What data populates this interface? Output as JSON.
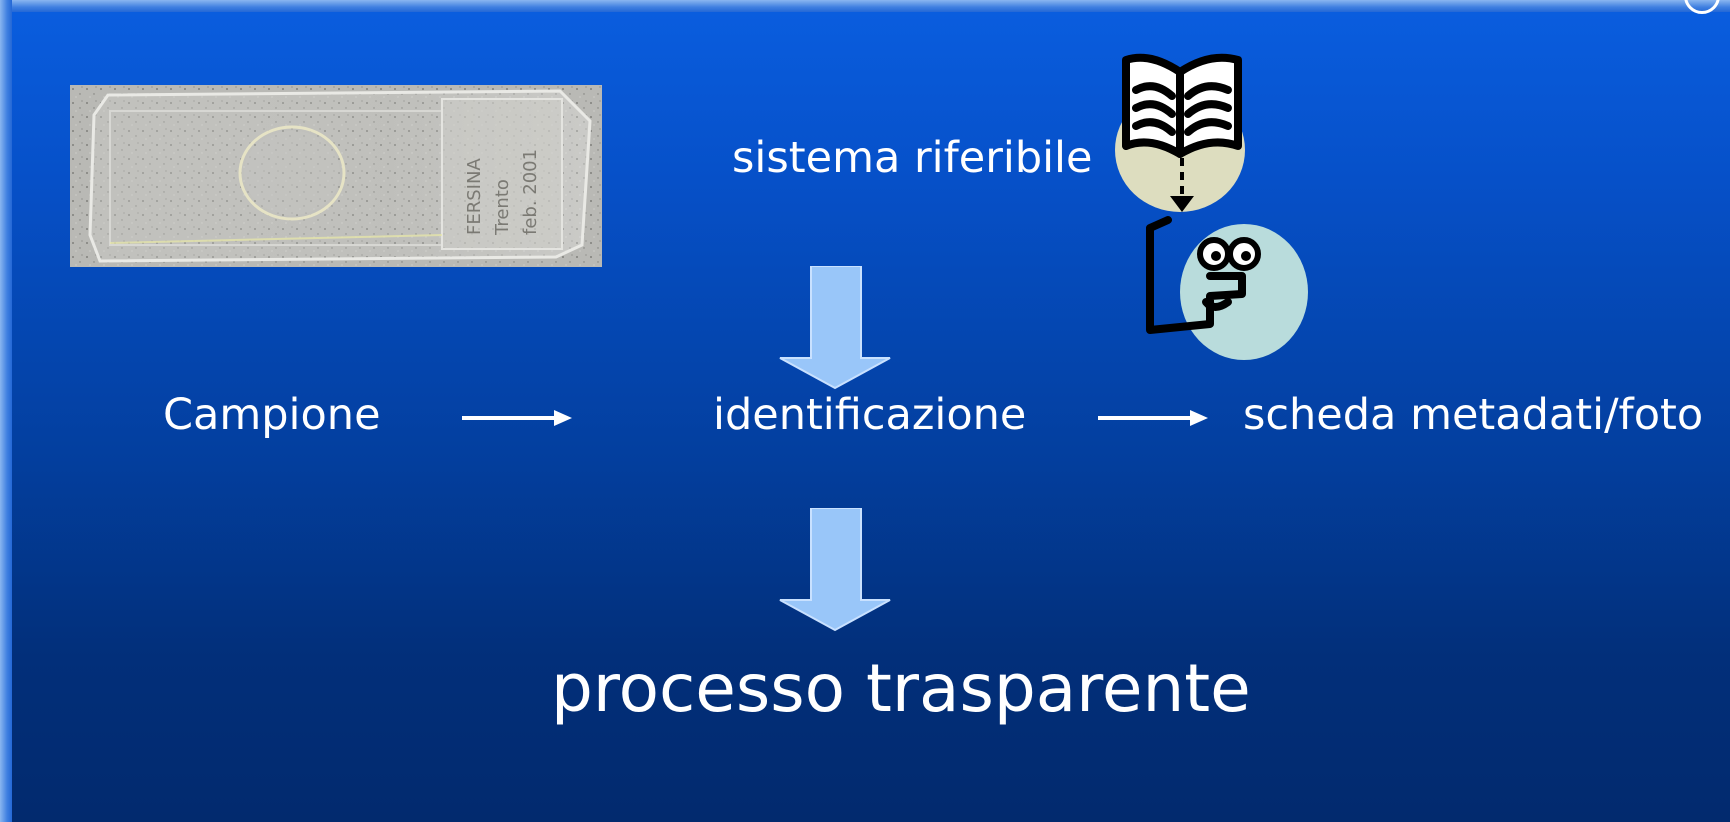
{
  "slide": {
    "labels": {
      "reference_system": "sistema riferibile",
      "sample": "Campione",
      "identification": "identificazione",
      "metadata_card": "scheda metadati/foto",
      "result": "processo trasparente"
    },
    "microscope_slide_handwriting": [
      "FERSINA",
      "Trento",
      "feb. 2001"
    ],
    "colors": {
      "background_top": "#0a5ee0",
      "background_bottom": "#022a6e",
      "text": "#ffffff",
      "arrow_fill": "#99c6f9"
    },
    "icons": {
      "book_to_person": "book-reader-clipart-icon",
      "flow_arrow": "right-arrow-icon",
      "block_arrow": "down-block-arrow-icon"
    }
  }
}
